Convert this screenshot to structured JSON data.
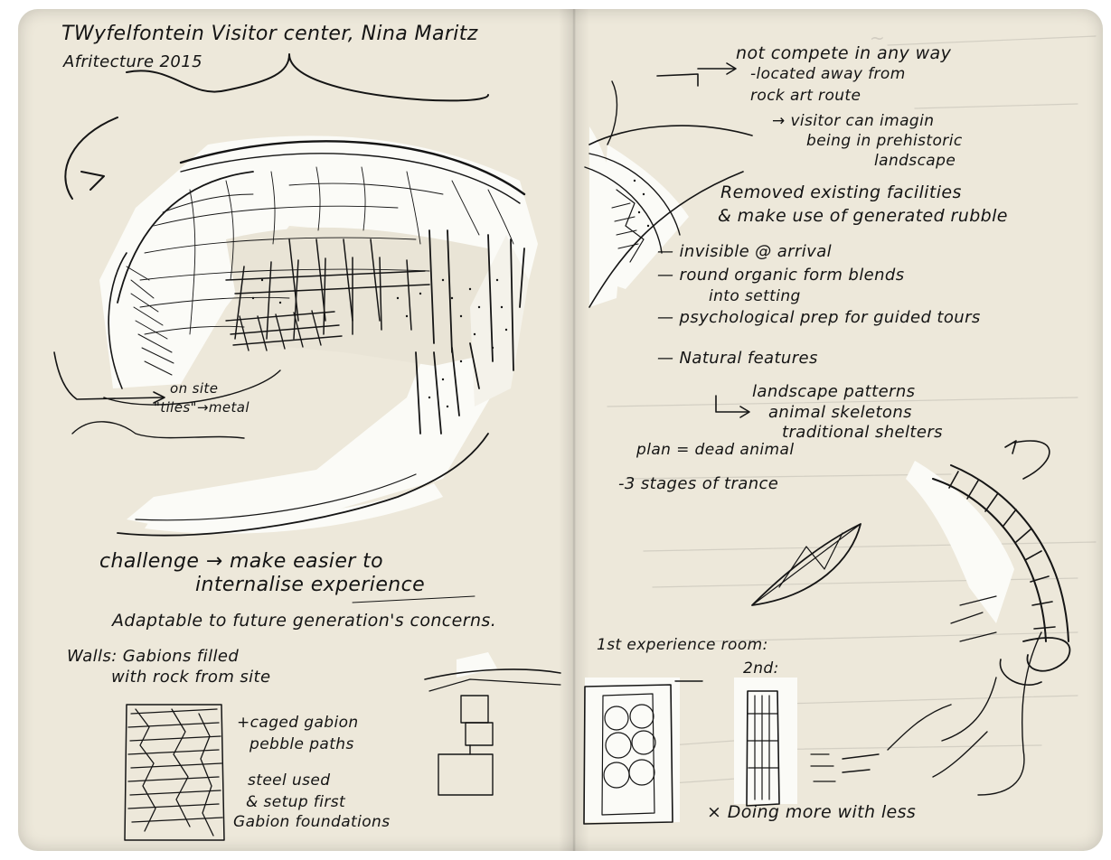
{
  "left_page": {
    "title": "TWyfelfontein Visitor center, Nina Maritz",
    "subtitle": "Afritecture 2015",
    "onsite_1": "on site",
    "onsite_2": "\"tiles\"→metal",
    "challenge_1": "challenge → make easier to",
    "challenge_2": "internalise experience",
    "adaptable": "Adaptable to future generation's concerns.",
    "walls_1": "Walls: Gabions filled",
    "walls_2": "with rock from site",
    "caged_1": "+caged gabion",
    "caged_2": "pebble paths",
    "steel_1": "steel used",
    "steel_2": "& setup first",
    "steel_3": "Gabion foundations"
  },
  "right_page": {
    "compete_1": "not compete in any way",
    "compete_2": "-located away from",
    "compete_3": "rock art route",
    "compete_4": "→ visitor can imagin",
    "compete_5": "being in prehistoric",
    "compete_6": "landscape",
    "removed_1": "Removed existing facilities",
    "removed_2": "& make use of generated rubble",
    "invisible": "— invisible @ arrival",
    "round_1": "— round organic form blends",
    "round_2": "into setting",
    "psych": "— psychological prep for guided tours",
    "natural": "— Natural features",
    "patterns_1": "landscape patterns",
    "patterns_2": "animal skeletons",
    "patterns_3": "traditional shelters",
    "plan": "plan = dead animal",
    "trance": "-3 stages of trance",
    "room_1": "1st experience room:",
    "room_2": "2nd:",
    "doing": "× Doing more with less"
  }
}
